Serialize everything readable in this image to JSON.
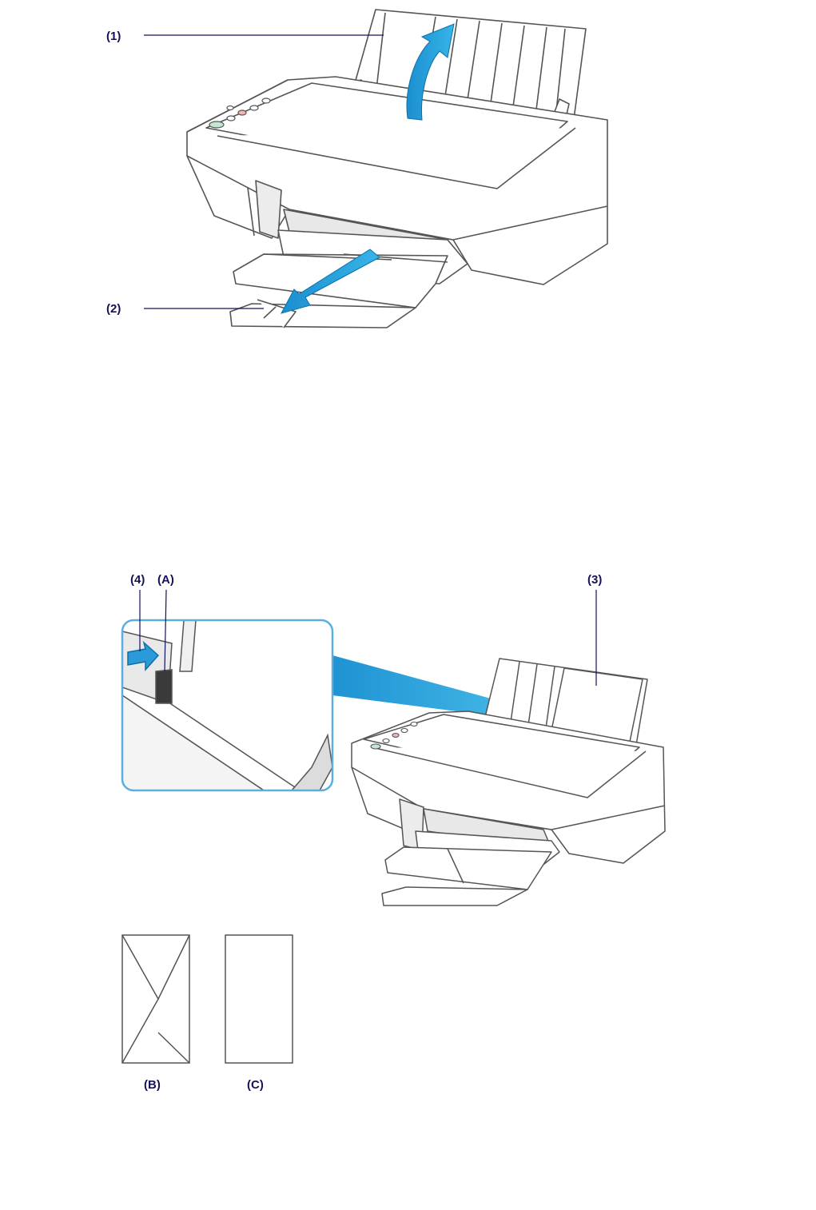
{
  "figure1": {
    "callouts": {
      "c1": "(1)",
      "c2": "(2)"
    },
    "arrow_color": "#1f9ad6"
  },
  "figure2": {
    "callouts": {
      "c3": "(3)",
      "c4": "(4)",
      "cA": "(A)"
    },
    "zoom_border_color": "#5aaee0"
  },
  "envelopes": {
    "b_label": "(B)",
    "c_label": "(C)"
  },
  "colors": {
    "label": "#13125a",
    "printer_outline": "#555555",
    "printer_body": "#ffffff"
  }
}
